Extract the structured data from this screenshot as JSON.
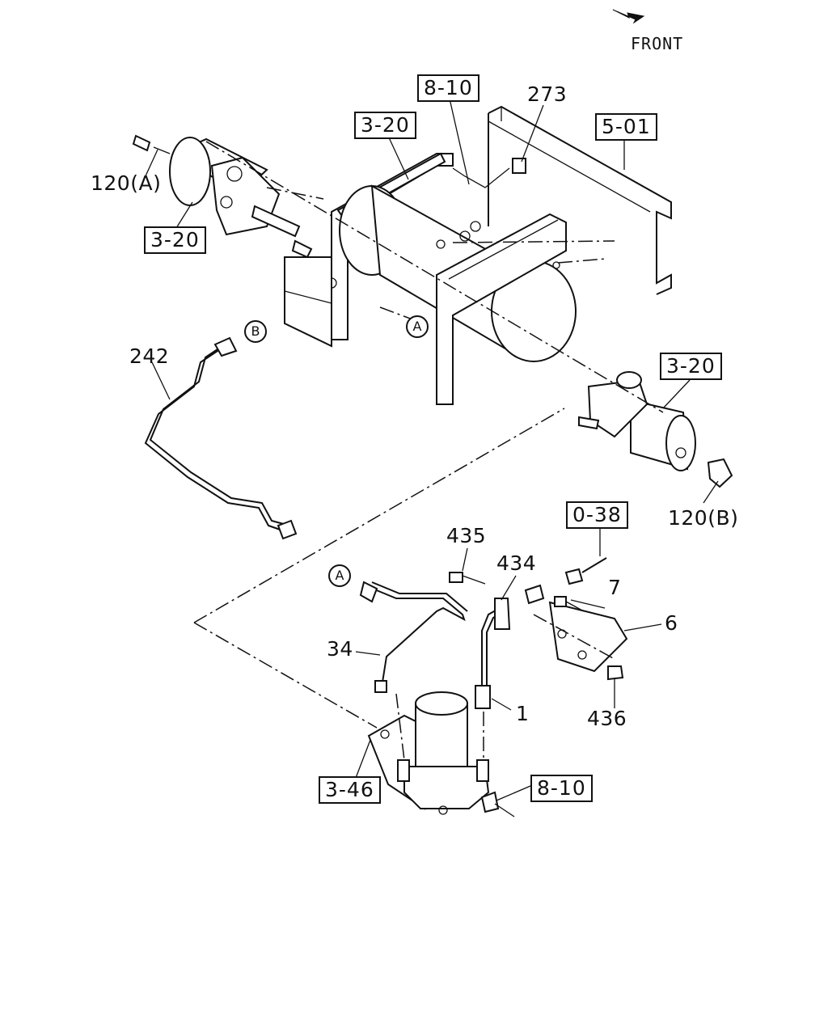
{
  "front": {
    "label": "FRONT",
    "arrow_icon": "front-arrow-icon"
  },
  "ref_boxes": {
    "r810_top": "8-10",
    "r320_mid": "3-20",
    "r501": "5-01",
    "r320_left": "3-20",
    "r320_right": "3-20",
    "r038": "0-38",
    "r346": "3-46",
    "r810_bottom": "8-10"
  },
  "callouts": {
    "c273": "273",
    "c120a": "120(A)",
    "c242": "242",
    "c120b": "120(B)",
    "c435": "435",
    "c434": "434",
    "c7": "7",
    "c6": "6",
    "c34": "34",
    "c1": "1",
    "c436": "436"
  },
  "markers": {
    "a_top": "A",
    "a_bottom": "A",
    "b": "B"
  }
}
